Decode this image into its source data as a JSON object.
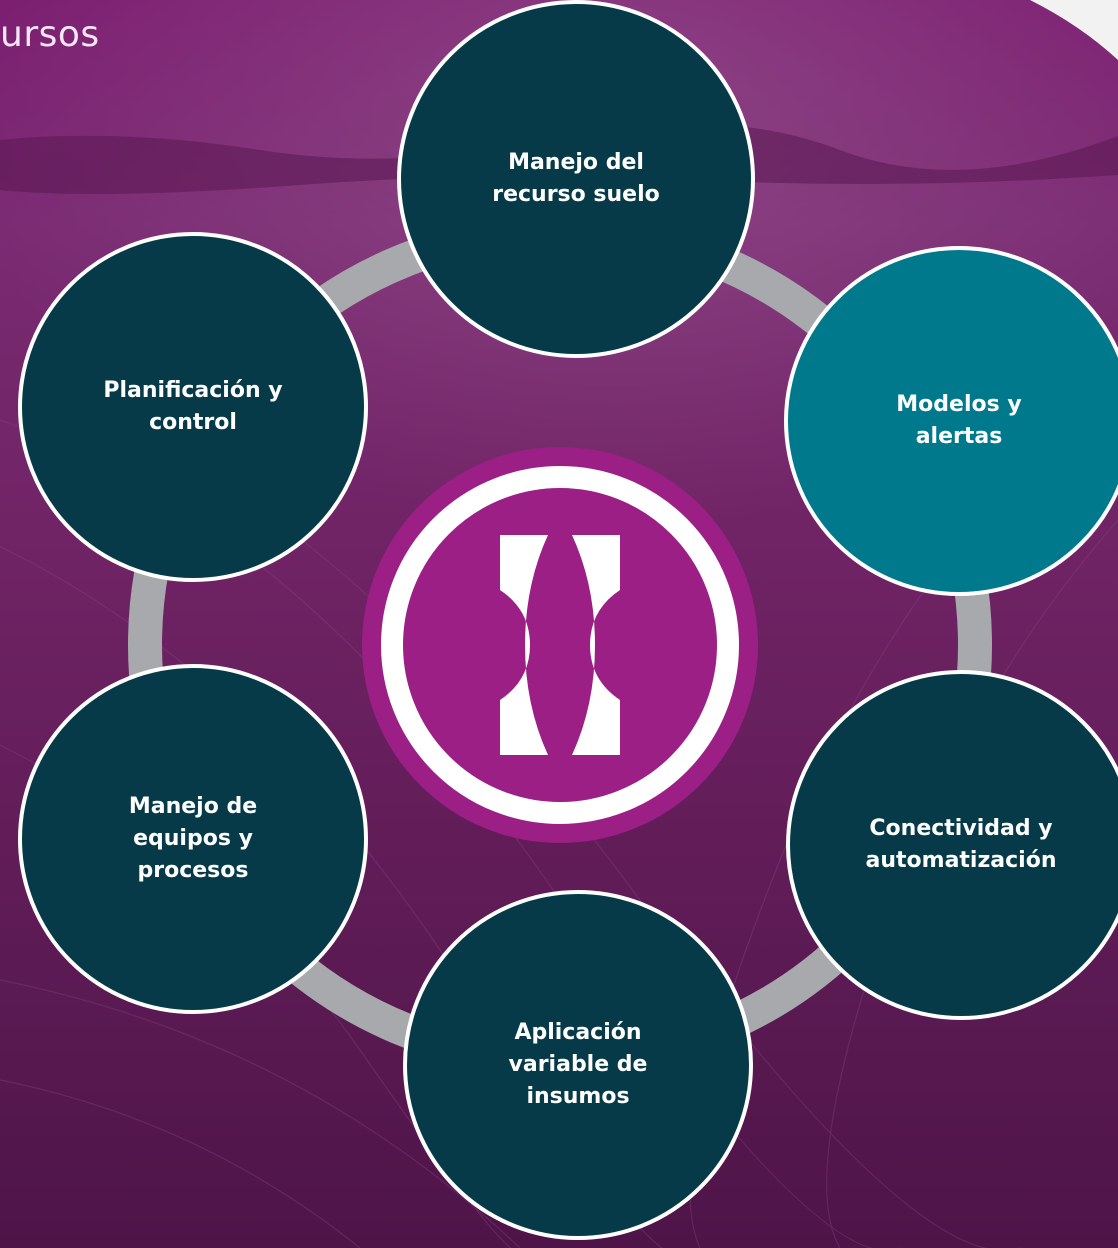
{
  "header": {
    "title_fragment": "ursos"
  },
  "colors": {
    "background": "#6e1a66",
    "ring": "#a7a9ac",
    "node_dark": "#073a48",
    "node_accent": "#00798c",
    "logo_purple": "#9b1f85",
    "border": "#ffffff"
  },
  "diagram": {
    "center_logo_icon": "crossed-arcs-logo-icon",
    "nodes": [
      {
        "label": "Manejo del\nrecurso suelo",
        "style": "dark"
      },
      {
        "label": "Modelos y\nalertas",
        "style": "accent"
      },
      {
        "label": "Conectividad y\nautomatización",
        "style": "dark"
      },
      {
        "label": "Aplicación\nvariable de\ninsumos",
        "style": "dark"
      },
      {
        "label": "Manejo de\nequipos y\nprocesos",
        "style": "dark"
      },
      {
        "label": "Planificación y\ncontrol",
        "style": "dark"
      }
    ]
  }
}
